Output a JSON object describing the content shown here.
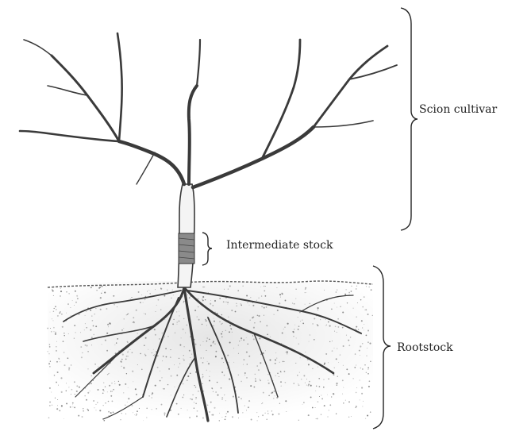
{
  "labels": {
    "scion": "Scion cultivar",
    "intermediate": "Intermediate stock",
    "rootstock": "Rootstock"
  },
  "colors": {
    "ink": "#3a3a3a",
    "soil_dots": "#6b6b6b",
    "background": "#ffffff"
  }
}
